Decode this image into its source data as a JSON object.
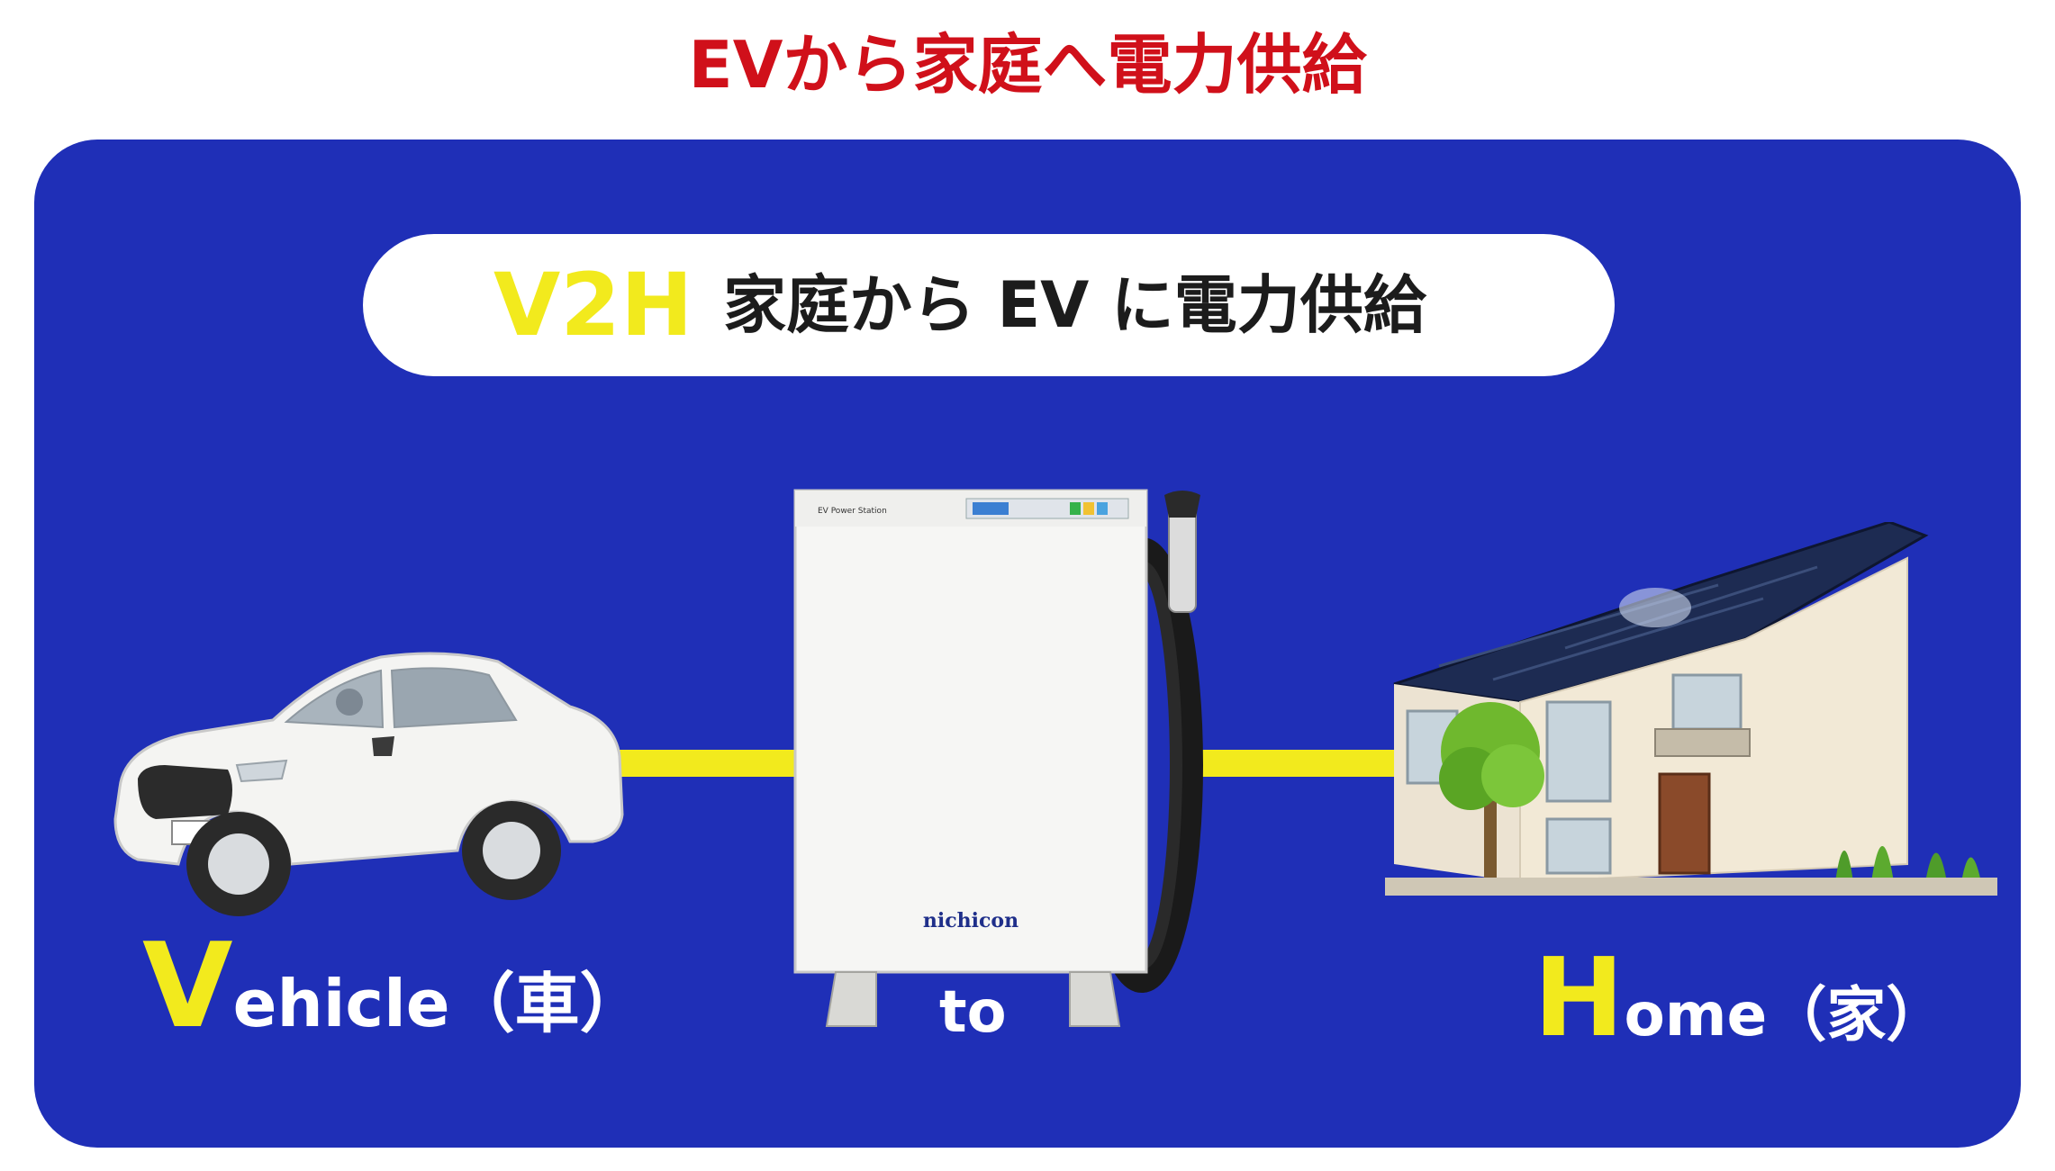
{
  "page_title": "EVから家庭へ電力供給",
  "banner": {
    "code": "V2H",
    "description": "家庭から EV に電力供給"
  },
  "vehicle_label": {
    "initial": "V",
    "rest": "ehicle（車）"
  },
  "connector_label": "to",
  "home_label": {
    "initial": "H",
    "rest": "ome（家）"
  },
  "device": {
    "brand": "nichicon",
    "model": "EV Power Station"
  },
  "colors": {
    "title_red": "#d0101a",
    "panel_blue": "#1f2fb7",
    "accent_yellow": "#f2ea1d"
  },
  "icons": [
    "car-icon",
    "v2h-charger-icon",
    "house-icon"
  ]
}
